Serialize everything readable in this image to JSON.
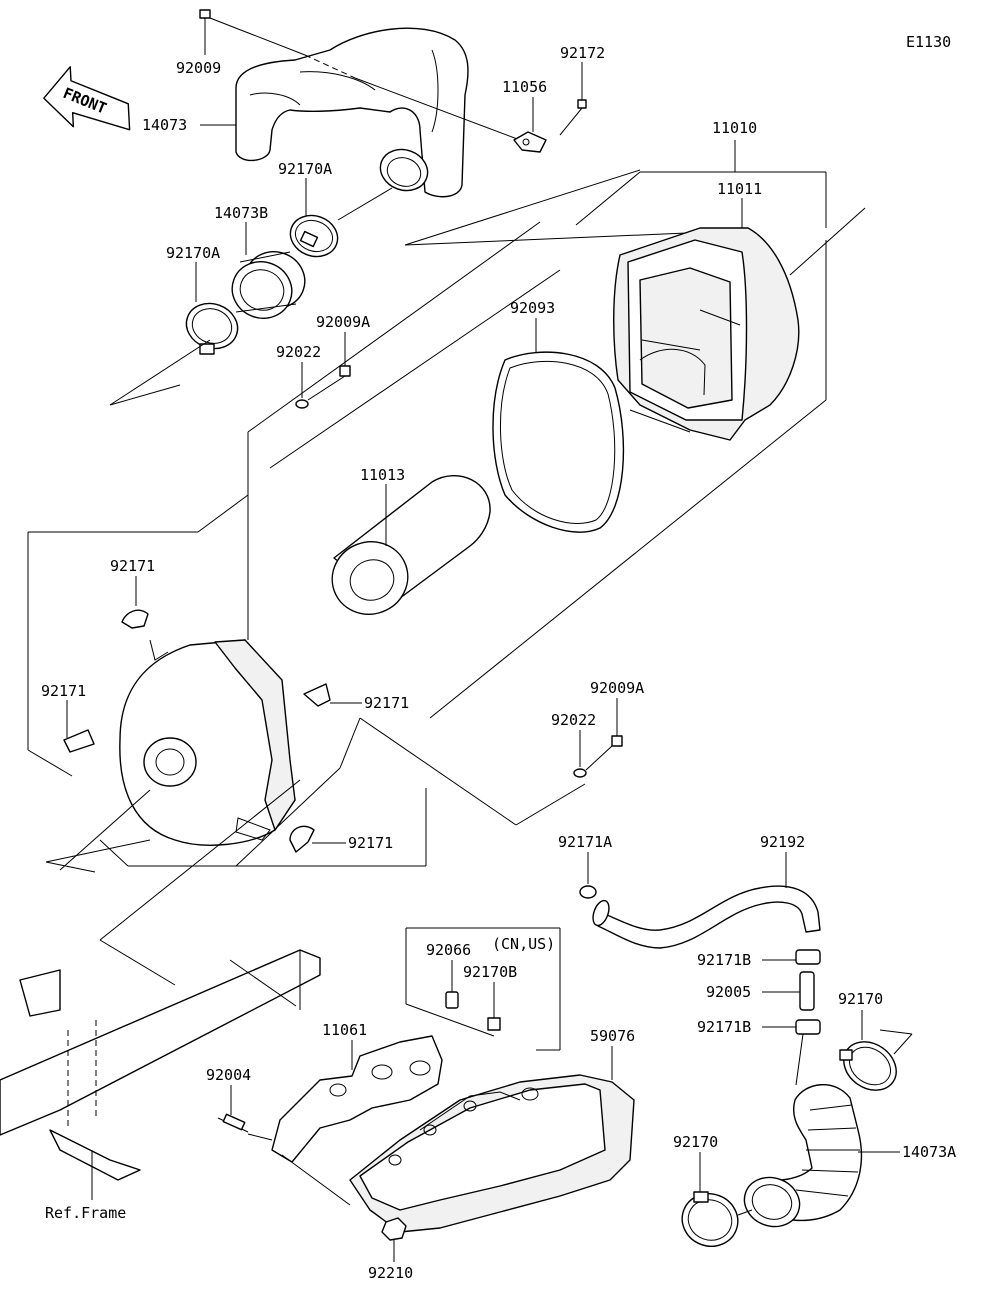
{
  "diagram_code": "E1130",
  "front_label": "FRONT",
  "ref_frame": "Ref.Frame",
  "region_note": "(CN,US)",
  "parts": {
    "p92009": "92009",
    "p14073": "14073",
    "p92172": "92172",
    "p11056": "11056",
    "p11010": "11010",
    "p11011": "11011",
    "p92170A_1": "92170A",
    "p14073B": "14073B",
    "p92170A_2": "92170A",
    "p92009A_1": "92009A",
    "p92022_1": "92022",
    "p92093": "92093",
    "p11013": "11013",
    "p92171_1": "92171",
    "p92171_2": "92171",
    "p92171_3": "92171",
    "p92171_4": "92171",
    "p92009A_2": "92009A",
    "p92022_2": "92022",
    "p92171A": "92171A",
    "p92192": "92192",
    "p92066": "92066",
    "p92170B": "92170B",
    "p92171B_1": "92171B",
    "p92005": "92005",
    "p92171B_2": "92171B",
    "p92170_1": "92170",
    "p11061": "11061",
    "p59076": "59076",
    "p92004": "92004",
    "p92170_2": "92170",
    "p14073A": "14073A",
    "p92210": "92210"
  }
}
